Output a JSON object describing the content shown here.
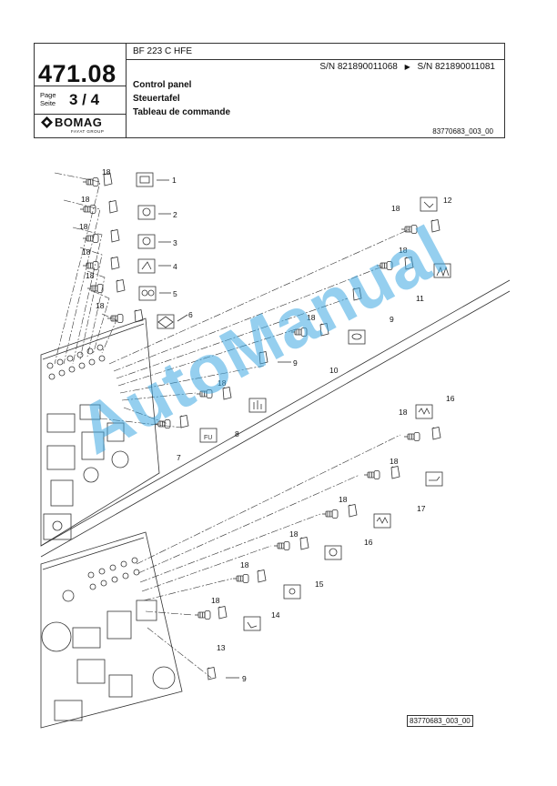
{
  "header": {
    "model": "BF 223 C HFE",
    "doc_number": "471.08",
    "page_label_en": "Page",
    "page_label_de": "Seite",
    "page_number": "3  /  4",
    "serial_from": "S/N 821890011068",
    "serial_arrow": "▶",
    "serial_to": "S/N 821890011081",
    "title_en": "Control panel",
    "title_de": "Steuertafel",
    "title_fr": "Tableau de commande",
    "drawing_ref": "83770683_003_00",
    "brand": "BOMAG",
    "brand_sub": "FAYAT GROUP"
  },
  "diagram": {
    "callouts": [
      "1",
      "2",
      "3",
      "4",
      "5",
      "6",
      "7",
      "8",
      "9",
      "10",
      "11",
      "12",
      "13",
      "14",
      "15",
      "16",
      "17",
      "18"
    ],
    "figure_ref": "83770683_003_00"
  },
  "watermark": "AutoManual",
  "colors": {
    "watermark": "#3ea8e2",
    "line": "#333333"
  }
}
